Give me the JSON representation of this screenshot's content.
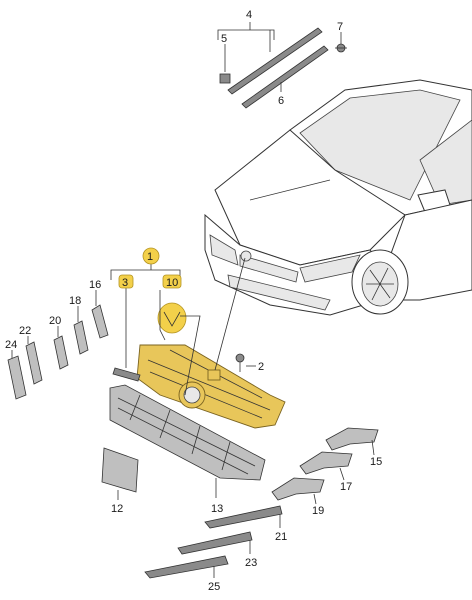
{
  "callouts": {
    "c1": "1",
    "c2": "2",
    "c3": "3",
    "c4": "4",
    "c5": "5",
    "c6": "6",
    "c7": "7",
    "c10": "10",
    "c12": "12",
    "c13": "13",
    "c15": "15",
    "c16": "16",
    "c17": "17",
    "c18": "18",
    "c19": "19",
    "c20": "20",
    "c21": "21",
    "c22": "22",
    "c23": "23",
    "c24": "24",
    "c25": "25"
  },
  "highlight_color": "#f3d04a",
  "grille_color": "#e8c65a"
}
